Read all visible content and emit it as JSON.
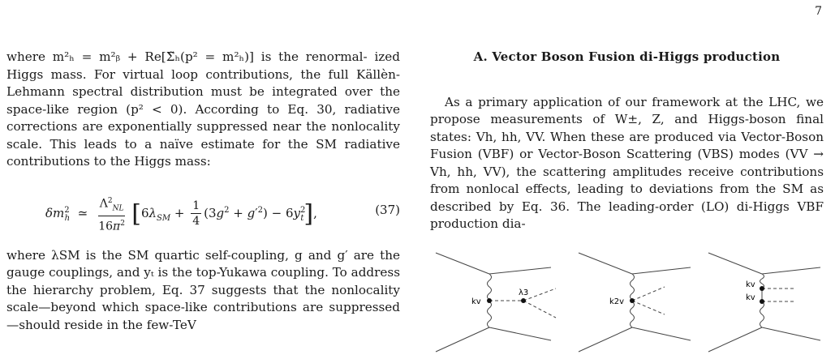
{
  "page_number": "7",
  "left_column": {
    "para1_rest": "ized Higgs mass. For virtual loop contributions, the full Källèn-Lehmann spectral distribution must be integrated over the space-like region (p² < 0). According to Eq. 30, radiative corrections are exponentially suppressed near the nonlocality scale. This leads to a naïve estimate for the SM radiative contributions to the Higgs mass:",
    "para1_first": "where m²ₕ = m²ᵦ + Re[Σ̃ₕ(p² = m²ₕ)] is the renormal-",
    "equation_number": "(37)",
    "para2": "where λSM is the SM quartic self-coupling, g and g′ are the gauge couplings, and yₜ is the top-Yukawa coupling. To address the hierarchy problem, Eq. 37 suggests that the nonlocality scale—beyond which space-like contributions are suppressed—should reside in the few-TeV"
  },
  "right_column": {
    "section_heading": "A.   Vector Boson Fusion di-Higgs production",
    "paragraph": "As a primary application of our framework at the LHC, we propose measurements of W±, Z, and Higgs-boson final states: Vh, hh, VV. When these are produced via Vector-Boson Fusion (VBF) or Vector-Boson Scattering (VBS) modes (VV → Vh, hh, VV), the scattering amplitudes receive contributions from nonlocal effects, leading to deviations from the SM as described by Eq. 36. The leading-order (LO) di-Higgs VBF production dia-"
  },
  "diagrams": [
    {
      "labels": [
        "kv",
        "λ3"
      ]
    },
    {
      "labels": [
        "k2v"
      ]
    },
    {
      "labels": [
        "kv",
        "kv"
      ]
    }
  ]
}
